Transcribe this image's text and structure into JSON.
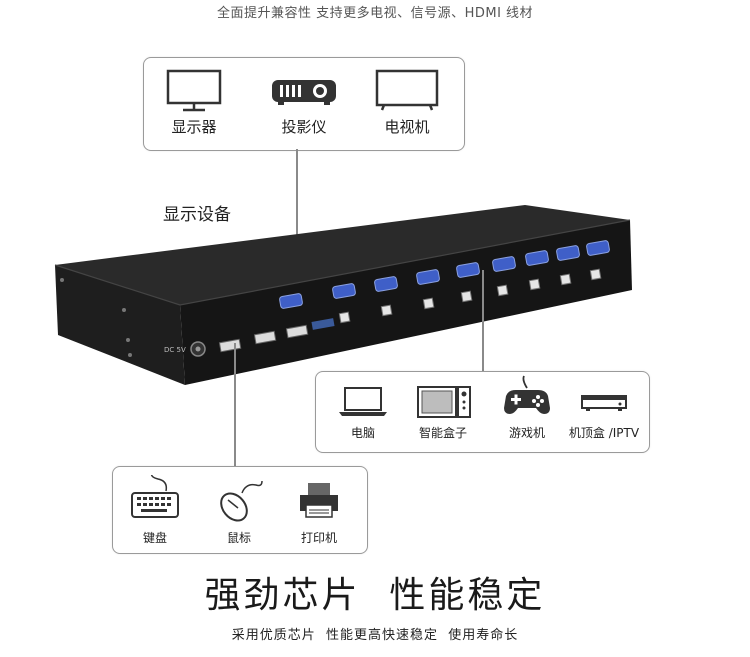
{
  "top_caption": "全面提升兼容性 支持更多电视、信号源、HDMI 线材",
  "display_box": {
    "items": [
      {
        "label": "显示器",
        "icon": "monitor-icon"
      },
      {
        "label": "投影仪",
        "icon": "projector-icon"
      },
      {
        "label": "电视机",
        "icon": "tv-icon"
      }
    ]
  },
  "display_section_label": "显示设备",
  "source_box": {
    "items": [
      {
        "label": "电脑",
        "icon": "laptop-icon"
      },
      {
        "label": "智能盒子",
        "icon": "smart-box-icon"
      },
      {
        "label": "游戏机",
        "icon": "gamepad-icon"
      },
      {
        "label": "机顶盒 /IPTV",
        "icon": "set-top-box-icon"
      }
    ]
  },
  "peripheral_box": {
    "items": [
      {
        "label": "键盘",
        "icon": "keyboard-icon"
      },
      {
        "label": "鼠标",
        "icon": "mouse-icon"
      },
      {
        "label": "打印机",
        "icon": "printer-icon"
      }
    ]
  },
  "device": {
    "dc_label": "DC 5V"
  },
  "headline": "强劲芯片  性能稳定",
  "subheadline": "采用优质芯片  性能更高快速稳定  使用寿命长",
  "colors": {
    "device_body": "#1b1b1b",
    "vga_port": "#3f5fc8",
    "usb_port": "#dcdcdc",
    "box_border": "#9a9a9a"
  }
}
